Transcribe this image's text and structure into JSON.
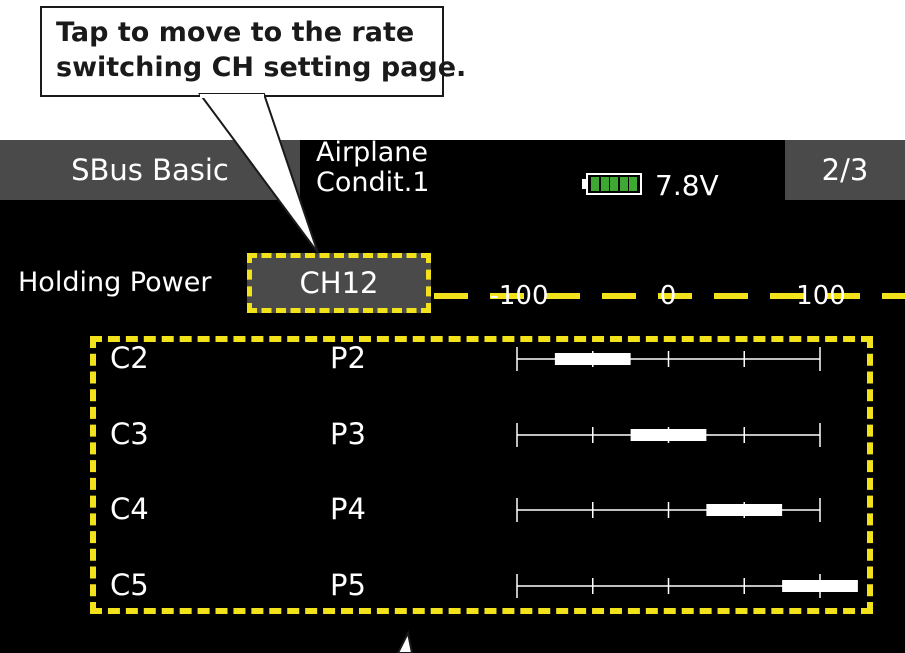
{
  "callout": {
    "line1": "Tap to move to the rate",
    "line2": "switching CH setting page."
  },
  "header": {
    "left_tab": "SBus Basic",
    "model_line1": "Airplane",
    "model_line2": "Condit.1",
    "voltage": "7.8V",
    "battery_icon": "battery-icon",
    "page_indicator": "2/3"
  },
  "holding_power": {
    "label": "Holding Power",
    "channel": "CH12"
  },
  "scale": {
    "min_label": "-100",
    "mid_label": "0",
    "max_label": "100"
  },
  "rows": [
    {
      "condition": "C2",
      "position": "P2",
      "bar_from": -75,
      "bar_to": -25
    },
    {
      "condition": "C3",
      "position": "P3",
      "bar_from": -25,
      "bar_to": 25
    },
    {
      "condition": "C4",
      "position": "P4",
      "bar_from": 25,
      "bar_to": 75
    },
    {
      "condition": "C5",
      "position": "P5",
      "bar_from": 75,
      "bar_to": 125
    }
  ],
  "colors": {
    "screen_bg": "#000000",
    "tab_bg": "#4a4a4a",
    "highlight_dash": "#f2e21c",
    "battery_cells": "#3fa832",
    "text": "#ffffff"
  }
}
